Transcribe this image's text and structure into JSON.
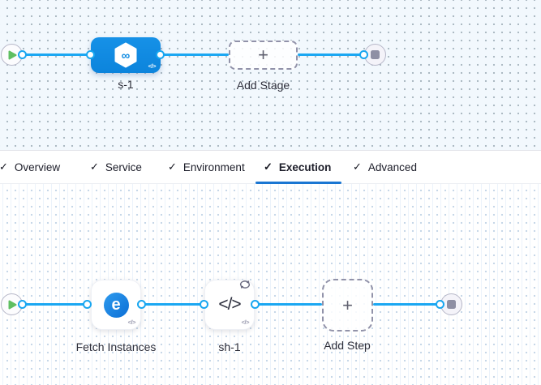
{
  "glyphs": {
    "check": "✓",
    "plus": "+",
    "code_tag": "</>",
    "infinity": "∞",
    "elastigroup_letter": "e"
  },
  "colors": {
    "connector_blue": "#1ba7f2",
    "stage_blue": "#0f8be2",
    "tab_underline_blue": "#1a76d2",
    "play_green": "#5fbf62",
    "stop_gray": "#8e8fa4",
    "canvas_top_bg": "#f2f8fd"
  },
  "stage_pipeline": {
    "stage_label": "s-1",
    "add_stage_label": "Add Stage"
  },
  "tabs": [
    {
      "label": "Overview",
      "checked": true,
      "active": false
    },
    {
      "label": "Service",
      "checked": true,
      "active": false
    },
    {
      "label": "Environment",
      "checked": true,
      "active": false
    },
    {
      "label": "Execution",
      "checked": true,
      "active": true
    },
    {
      "label": "Advanced",
      "checked": true,
      "active": false
    }
  ],
  "execution_pipeline": {
    "steps": [
      {
        "label": "Fetch Instances",
        "icon": "elastigroup-icon"
      },
      {
        "label": "sh-1",
        "icon": "shell-script-icon",
        "loop": true
      }
    ],
    "add_step_label": "Add Step"
  }
}
